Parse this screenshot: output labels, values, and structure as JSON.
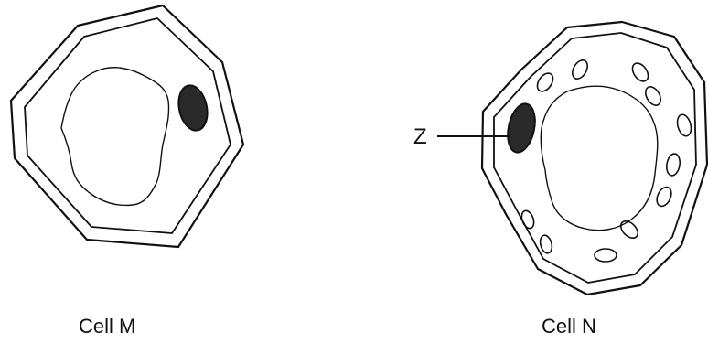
{
  "labels": {
    "cell_m": "Cell M",
    "cell_n": "Cell N",
    "pointer": "Z"
  },
  "colors": {
    "stroke": "#111111",
    "nucleus_fill": "#2a2a2a",
    "background": "#ffffff"
  }
}
